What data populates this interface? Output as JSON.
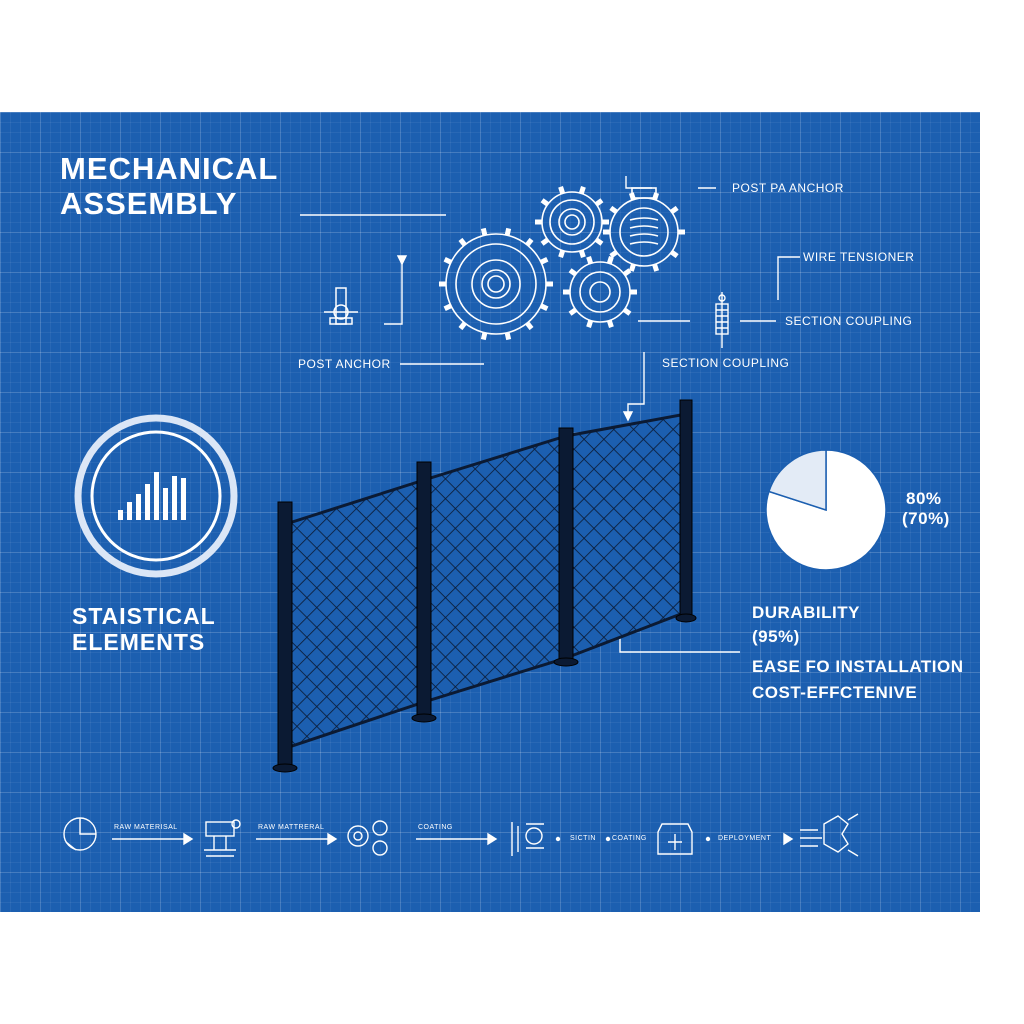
{
  "header": {
    "title_line1": "MECHANICAL",
    "title_line2": "ASSEMBLY"
  },
  "callouts": {
    "post_anchor_top": "POST PA ANCHOR",
    "wire_tensioner": "WIRE TENSIONER",
    "section_coupling_right": "SECTION COUPLING",
    "post_anchor_left": "POST ANCHOR",
    "section_coupling_center": "SECTION COUPLING"
  },
  "stats": {
    "title_line1": "STAISTICAL",
    "title_line2": "ELEMENTS",
    "pie_label_primary": "80%",
    "pie_label_secondary": "(70%)",
    "durability": "DURABILITY",
    "durability_value": "(95%)",
    "ease": "EASE FO INSTALLATION",
    "cost": "COST-EFFCTENIVE"
  },
  "chart_data": {
    "type": "pie",
    "title": "",
    "labels": [
      "80%",
      "(70%)"
    ],
    "values": [
      80,
      20
    ],
    "colors": [
      "#ffffff",
      "#e3ebf6"
    ]
  },
  "process": {
    "step1": "RAW MATERISAL",
    "step2": "RAW MATTRERAL",
    "step3": "COATING",
    "step4": "SICTIN",
    "step5": "COATING",
    "step6": "DEPLOYMENT"
  },
  "colors": {
    "background": "#1c5fb0",
    "line": "#ffffff",
    "fence": "#0b1a33"
  }
}
